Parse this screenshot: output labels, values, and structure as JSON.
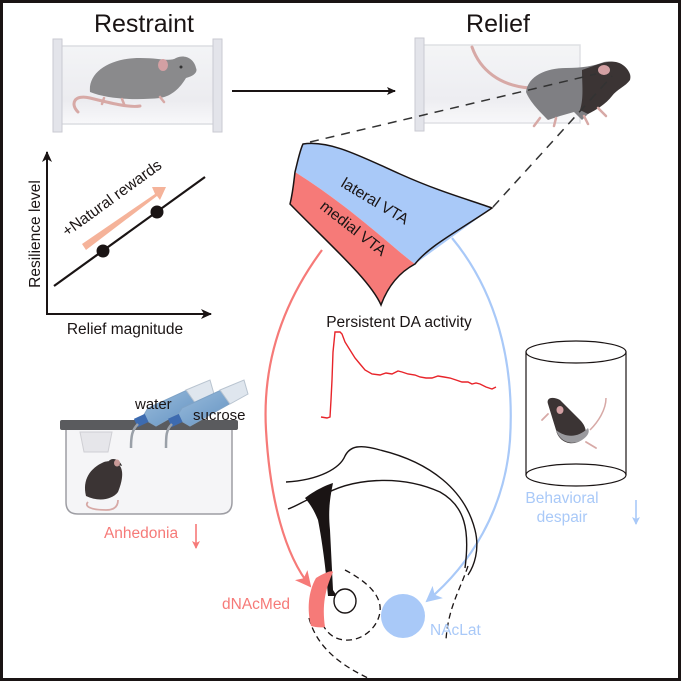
{
  "titles": {
    "restraint": "Restraint",
    "relief": "Relief"
  },
  "graph": {
    "y_label": "Resilience level",
    "x_label": "Relief magnitude",
    "annotation": "+Natural rewards"
  },
  "vta": {
    "lateral_label": "lateral VTA",
    "medial_label": "medial VTA"
  },
  "trace": {
    "title": "Persistent DA activity"
  },
  "sucrose_test": {
    "water_label": "water",
    "sucrose_label": "sucrose",
    "outcome_label": "Anhedonia"
  },
  "swim_test": {
    "outcome_line1": "Behavioral",
    "outcome_line2": "despair"
  },
  "targets": {
    "medial_target": "dNAcMed",
    "lateral_target": "NAcLat"
  },
  "colors": {
    "medial_red": "#f67a78",
    "lateral_blue": "#a9c9f8",
    "trace_red": "#e8242a",
    "reward_arrow": "#f5b39a",
    "ink": "#1a1414"
  }
}
